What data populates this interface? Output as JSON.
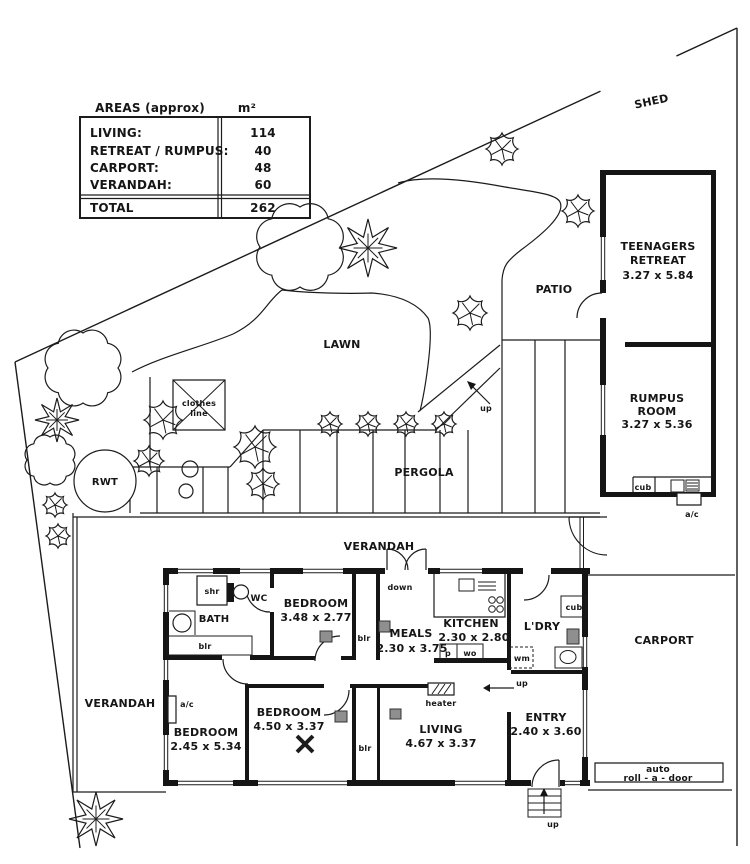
{
  "areas_table": {
    "title": "AREAS (approx)",
    "unit": "m²",
    "rows": [
      {
        "label": "LIVING:",
        "value": "114"
      },
      {
        "label": "RETREAT / RUMPUS:",
        "value": "40"
      },
      {
        "label": "CARPORT:",
        "value": "48"
      },
      {
        "label": "VERANDAH:",
        "value": "60"
      }
    ],
    "total_label": "TOTAL",
    "total_value": "262"
  },
  "site": {
    "shed": "SHED",
    "lawn": "LAWN",
    "patio": "PATIO",
    "pergola": "PERGOLA",
    "rwt": "RWT",
    "clothes_line_1": "clothes",
    "clothes_line_2": "line",
    "carport": "CARPORT",
    "roll_door_1": "auto",
    "roll_door_2": "roll - a - door"
  },
  "rooms": {
    "teen_retreat": {
      "line1": "TEENAGERS",
      "line2": "RETREAT",
      "dim": "3.27 x 5.84"
    },
    "rumpus": {
      "line1": "RUMPUS",
      "line2": "ROOM",
      "dim": "3.27 x 5.36"
    },
    "verandah_top": "VERANDAH",
    "verandah_left": "VERANDAH",
    "bedroom_top": {
      "name": "BEDROOM",
      "dim": "3.48 x 2.77"
    },
    "meals": {
      "name": "MEALS",
      "dim": "2.30 x 3.75"
    },
    "kitchen": {
      "name": "KITCHEN",
      "dim": "2.30 x 2.80"
    },
    "laundry": "L'DRY",
    "bath": "BATH",
    "wc": "WC",
    "bedroom_left": {
      "name": "BEDROOM",
      "dim": "2.45 x 5.34"
    },
    "bedroom_mid": {
      "name": "BEDROOM",
      "dim": "4.50 x 3.37"
    },
    "living": {
      "name": "LIVING",
      "dim": "4.67 x 3.37"
    },
    "entry": {
      "name": "ENTRY",
      "dim": "2.40 x 3.60"
    }
  },
  "fixtures": {
    "shr": "shr",
    "blr": "blr",
    "cub": "cub",
    "ac": "a/c",
    "wm": "wm",
    "p": "p",
    "wo": "wo",
    "heater": "heater"
  },
  "nav": {
    "up": "up",
    "down": "down"
  }
}
